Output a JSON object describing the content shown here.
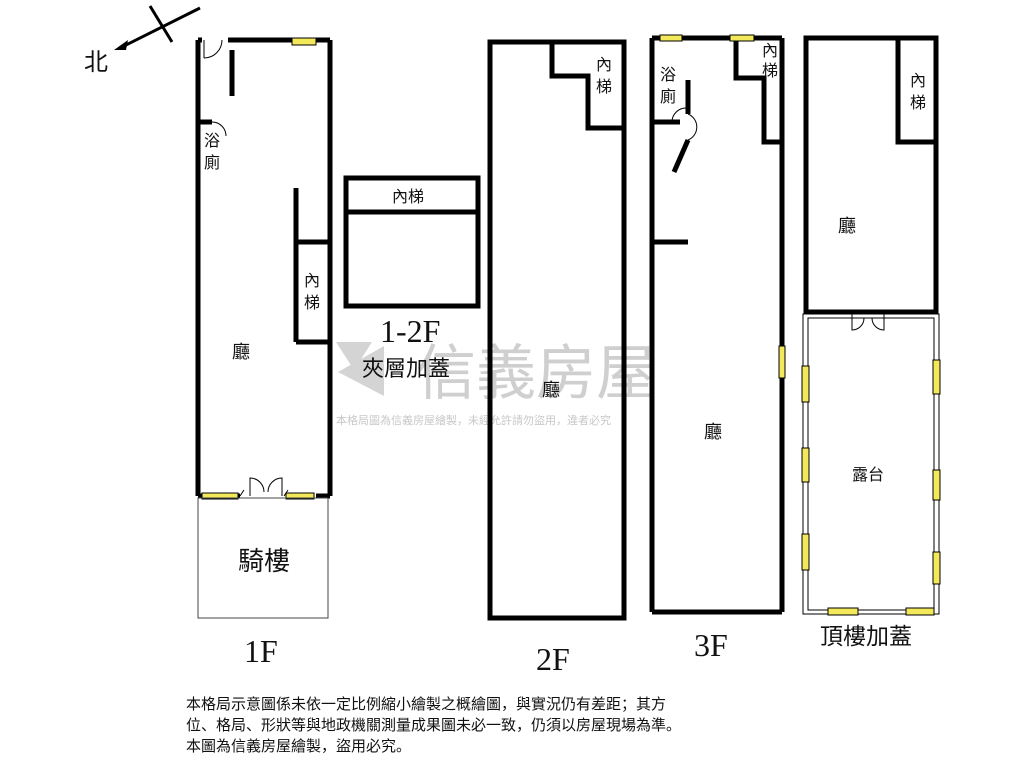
{
  "compass": {
    "north_label": "北"
  },
  "watermark": {
    "brand": "信義房屋",
    "notice": "本格局圖為信義房屋繪製，未經允許請勿盜用，違者必究"
  },
  "floors": {
    "f1": {
      "label": "1F",
      "rooms": {
        "bathroom_top": "浴",
        "bathroom_bottom": "廁",
        "stairs_top": "內",
        "stairs_bottom": "梯",
        "hall": "廳",
        "arcade": "騎樓"
      }
    },
    "mezzanine": {
      "label": "1-2F",
      "sublabel": "夾層加蓋",
      "rooms": {
        "stairs": "內梯"
      }
    },
    "f2": {
      "label": "2F",
      "rooms": {
        "stairs_top": "內",
        "stairs_bottom": "梯",
        "hall": "廳"
      }
    },
    "f3": {
      "label": "3F",
      "rooms": {
        "bathroom_top": "浴",
        "bathroom_bottom": "廁",
        "stairs_top": "內",
        "stairs_bottom": "梯",
        "hall": "廳"
      }
    },
    "roof": {
      "label": "頂樓加蓋",
      "rooms": {
        "stairs_top": "內",
        "stairs_bottom": "梯",
        "hall": "廳",
        "balcony": "露台"
      }
    }
  },
  "disclaimer": {
    "line1": "本格局示意圖係未依一定比例縮小繪製之概繪圖，與實況仍有差距；其方",
    "line2": "位、格局、形狀等與地政機關測量成果圖未必一致，仍須以房屋現場為準。",
    "line3": "本圖為信義房屋繪製，盜用必究。"
  },
  "colors": {
    "wall": "#000000",
    "window": "#f2e85a",
    "watermark": "#d0d0d0"
  }
}
